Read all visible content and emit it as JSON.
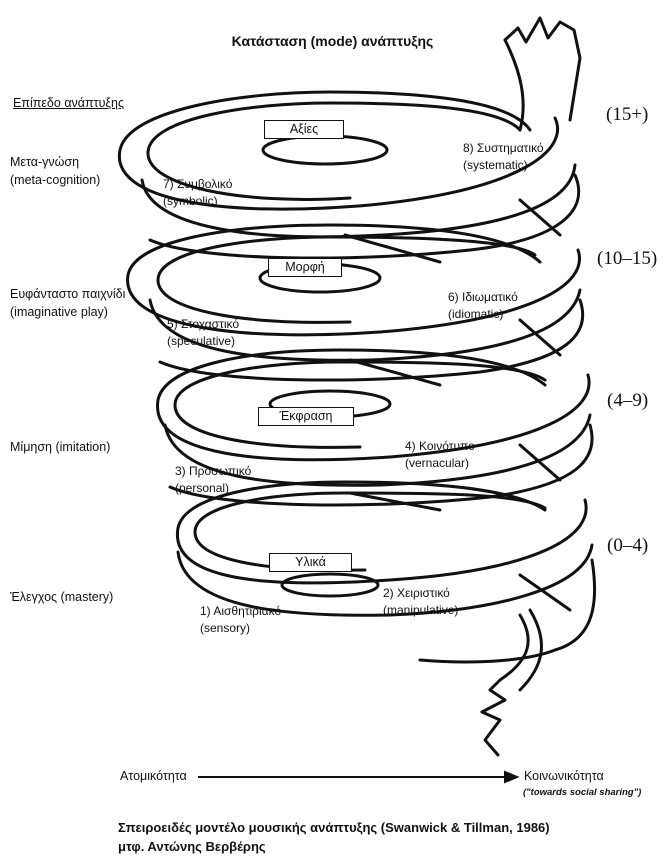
{
  "title": "Κατάσταση (mode) ανάπτυξης",
  "levels_heading": "Επίπεδο ανάπτυξης",
  "levels": [
    {
      "line1": "Μετα-γνώση",
      "line2": "(meta-cognition)",
      "age": "(15+)",
      "box": "Αξίες",
      "left_mode": {
        "line1": "7) Συμβολικό",
        "line2": "(symbolic)"
      },
      "right_mode": {
        "line1": "8) Συστηματικό",
        "line2": "(systematic)"
      }
    },
    {
      "line1": "Ευφάνταστο παιχνίδι",
      "line2": "(imaginative play)",
      "age": "(10–15)",
      "box": "Μορφή",
      "left_mode": {
        "line1": "5) Στοχαστικό",
        "line2": "(speculative)"
      },
      "right_mode": {
        "line1": "6) Ιδιωματικό",
        "line2": "(idiomatic)"
      }
    },
    {
      "line1": "Μίμηση (imitation)",
      "line2": "",
      "age": "(4–9)",
      "box": "Έκφραση",
      "left_mode": {
        "line1": "3) Προσωπικό",
        "line2": "(personal)"
      },
      "right_mode": {
        "line1": "4) Κοινότυπο",
        "line2": "(vernacular)"
      }
    },
    {
      "line1": "Έλεγχος (mastery)",
      "line2": "",
      "age": "(0–4)",
      "box": "Υλικά",
      "left_mode": {
        "line1": "1) Αισθητιριακό",
        "line2": "(sensory)"
      },
      "right_mode": {
        "line1": "2) Χειριστικό",
        "line2": "(manipulative)"
      }
    }
  ],
  "axis": {
    "left": "Ατομικότητα",
    "right": "Κοινωνικότητα",
    "note": "(\"towards social sharing\")"
  },
  "caption": {
    "line1": "Σπειροειδές μοντέλο μουσικής ανάπτυξης (Swanwick & Tillman, 1986)",
    "line2": "μτφ. Αντώνης Βερβέρης"
  }
}
